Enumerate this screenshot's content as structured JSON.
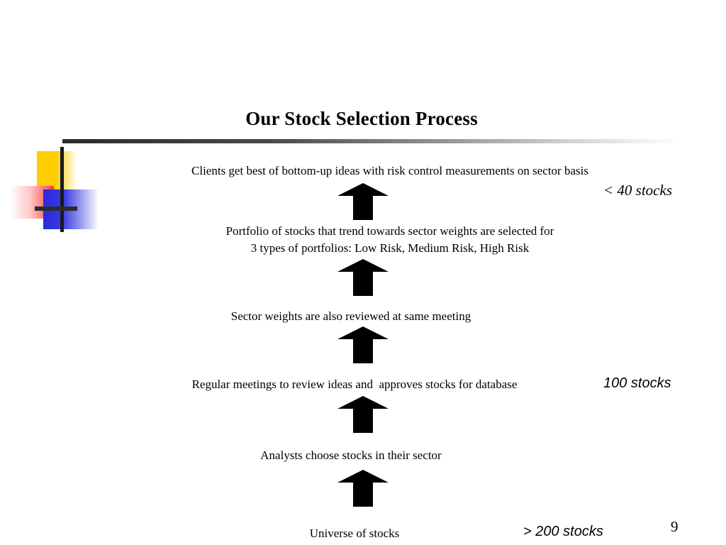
{
  "slide": {
    "title": "Our Stock Selection Process",
    "page_number": "9",
    "background_color": "#ffffff",
    "text_color": "#000000"
  },
  "logo": {
    "yellow_color": "#ffcc00",
    "red_color": "#ff3b3b",
    "blue_color": "#2a2adb",
    "line_color": "#1a1a1a"
  },
  "flow": {
    "direction": "bottom-up",
    "arrow_color": "#000000",
    "arrow_count": 5,
    "stages": [
      {
        "text": "Clients get best of bottom-up ideas with risk control measurements on sector basis"
      },
      {
        "text": "Portfolio of stocks that trend towards sector weights are selected for\n3 types of portfolios: Low Risk, Medium Risk, High Risk"
      },
      {
        "text": "Sector weights are also reviewed at same meeting"
      },
      {
        "text": "Regular meetings to review ideas and  approves stocks for database"
      },
      {
        "text": "Analysts choose stocks in their sector"
      },
      {
        "text": "Universe of stocks"
      }
    ]
  },
  "annotations": {
    "top": "< 40 stocks",
    "middle": "100 stocks",
    "bottom": "> 200 stocks"
  }
}
